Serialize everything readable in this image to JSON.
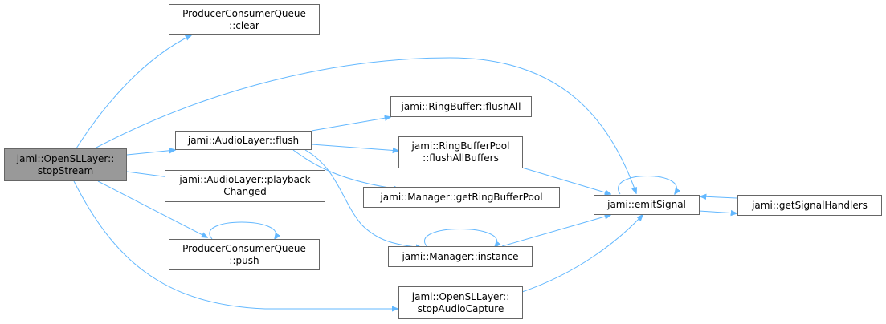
{
  "graph": {
    "root": {
      "line1": "jami::OpenSLLayer::",
      "line2": "stopStream"
    },
    "nodes": {
      "pcq_clear": {
        "line1": "ProducerConsumerQueue",
        "line2": "::clear"
      },
      "audio_flush": {
        "label": "jami::AudioLayer::flush"
      },
      "playback_changed": {
        "line1": "jami::AudioLayer::playback",
        "line2": "Changed"
      },
      "pcq_push": {
        "line1": "ProducerConsumerQueue",
        "line2": "::push"
      },
      "ringbuffer_flushall": {
        "label": "jami::RingBuffer::flushAll"
      },
      "ringbufferpool_flush": {
        "line1": "jami::RingBufferPool",
        "line2": "::flushAllBuffers"
      },
      "get_ringbufferpool": {
        "label": "jami::Manager::getRingBufferPool"
      },
      "manager_instance": {
        "label": "jami::Manager::instance"
      },
      "stop_audio_capture": {
        "line1": "jami::OpenSLLayer::",
        "line2": "stopAudioCapture"
      },
      "emit_signal": {
        "label": "jami::emitSignal"
      },
      "get_signal_handlers": {
        "label": "jami::getSignalHandlers"
      }
    }
  },
  "colors": {
    "edge": "#63b8ff",
    "node_border": "#666666",
    "root_fill": "#999999",
    "node_fill": "#ffffff"
  }
}
